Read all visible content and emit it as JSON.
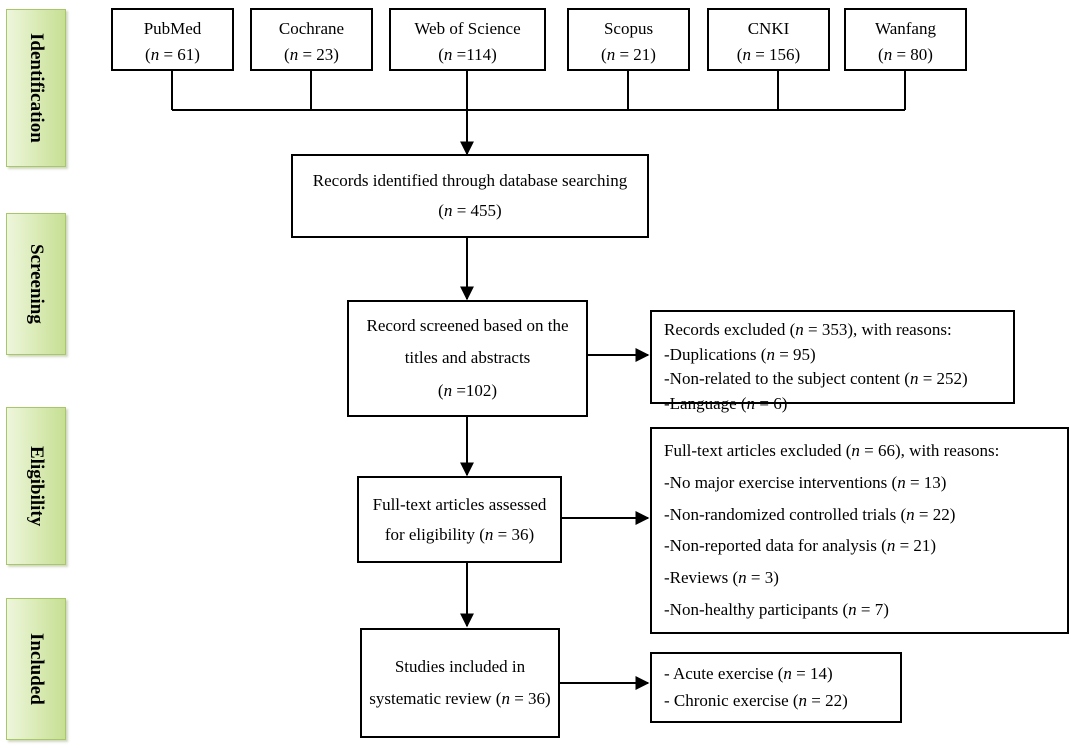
{
  "stages": [
    {
      "label": "Identification"
    },
    {
      "label": "Screening"
    },
    {
      "label": "Eligibility"
    },
    {
      "label": "Included"
    }
  ],
  "databases": [
    {
      "name": "PubMed",
      "count": "61",
      "eq": " = "
    },
    {
      "name": "Cochrane",
      "count": "23",
      "eq": " = "
    },
    {
      "name": "Web of Science",
      "count": "114",
      "eq": " ="
    },
    {
      "name": "Scopus",
      "count": "21",
      "eq": " = "
    },
    {
      "name": "CNKI",
      "count": "156",
      "eq": " = "
    },
    {
      "name": "Wanfang",
      "count": "80",
      "eq": " = "
    }
  ],
  "identified": {
    "line1": "Records identified through database searching",
    "count": "455",
    "eq": " = "
  },
  "screened": {
    "line1": "Record screened based on the",
    "line2": "titles and abstracts",
    "count": "102",
    "eq": " ="
  },
  "excluded1": {
    "pre": "Records excluded (",
    "count": "353",
    "post": "), with reasons:",
    "items": [
      {
        "text": "-Duplications (",
        "count": "95"
      },
      {
        "text": "-Non-related to the subject content (",
        "count": "252"
      },
      {
        "text": " -Language (",
        "count": "6"
      }
    ]
  },
  "eligibility": {
    "line1": "Full-text articles assessed",
    "line2pre": "for eligibility (",
    "count": "36"
  },
  "excluded2": {
    "pre": "Full-text articles excluded (",
    "count": "66",
    "post": "), with reasons:",
    "items": [
      {
        "text": "-No major exercise interventions (",
        "count": "13"
      },
      {
        "text": "-Non-randomized controlled trials (",
        "count": "22"
      },
      {
        "text": "-Non-reported data for analysis (",
        "count": "21"
      },
      {
        "text": "-Reviews (",
        "count": "3"
      },
      {
        "text": "-Non-healthy participants (",
        "count": "7"
      }
    ]
  },
  "included": {
    "line1": "Studies included in",
    "line2pre": "systematic review (",
    "count": "36"
  },
  "included_types": {
    "items": [
      {
        "text": "- Acute exercise (",
        "count": "14"
      },
      {
        "text": "- Chronic exercise (",
        "count": "22"
      }
    ]
  },
  "n_symbol": "n",
  "eq_symbol": " = ",
  "close_paren": ")"
}
